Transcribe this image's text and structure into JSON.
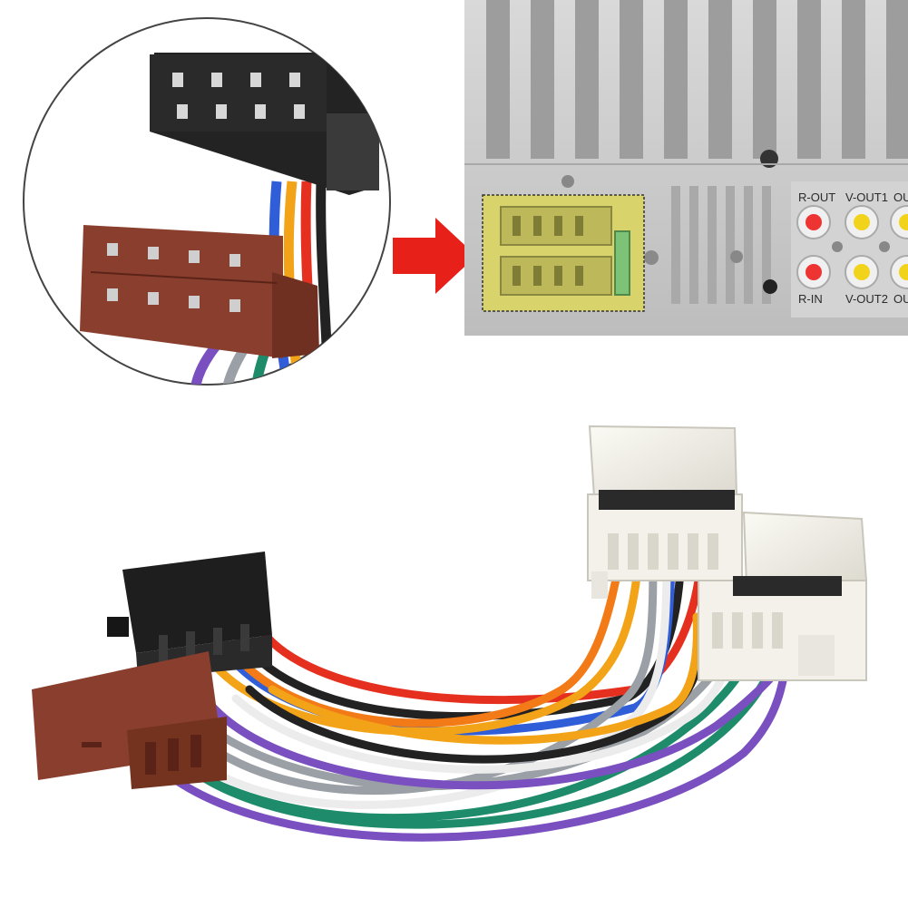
{
  "scene": {
    "description_icons": {
      "inset": "connector-closeup-icon",
      "arrow": "arrow-right-icon",
      "headunit": "radio-headunit-icon",
      "harness": "wiring-harness-icon"
    },
    "headunit_labels": {
      "top_left": "R-OUT",
      "top_mid": "V-OUT1",
      "top_right": "OU",
      "bottom_left": "R-IN",
      "bottom_mid": "V-OUT2",
      "bottom_right": "OU"
    },
    "colors": {
      "arrow": "#e8201a",
      "iso_black": "#1e1e1e",
      "iso_brown": "#8a3f2e",
      "plug_white": "#f3f1ea",
      "socket_yellow": "#d8d36a",
      "headunit_grey": "#c9c9c9"
    }
  }
}
